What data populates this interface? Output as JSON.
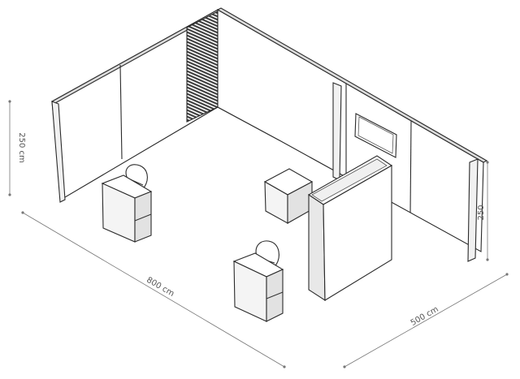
{
  "diagram": {
    "dimensions": {
      "width_label": "800 cm",
      "depth_label": "500 cm",
      "height_left_label": "250 cm",
      "height_right_label": "250"
    },
    "colors": {
      "outline": "#2a2a2a",
      "wall_fill": "#ffffff",
      "wall_side": "#ececec",
      "slat_dark": "#3a3a3a",
      "dimension_line": "#777777"
    },
    "icons": [
      "chair-icon",
      "monitor-icon"
    ]
  }
}
